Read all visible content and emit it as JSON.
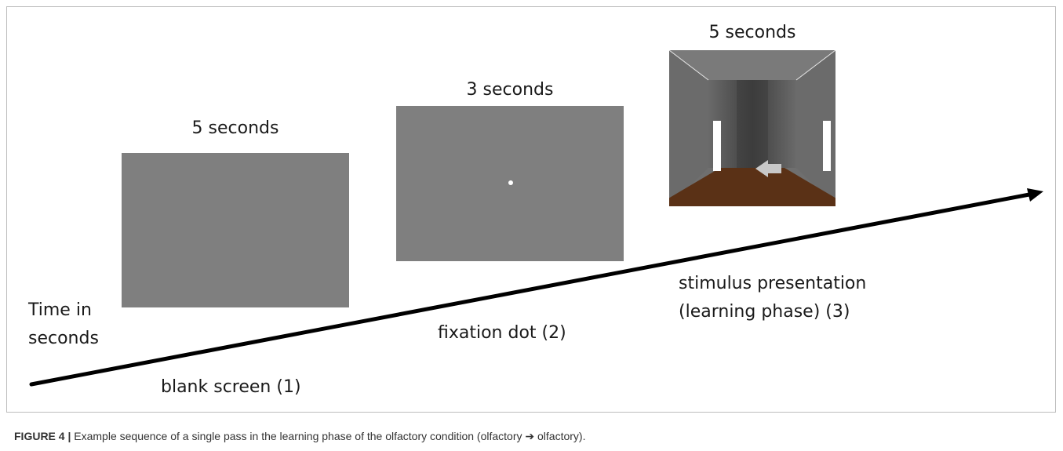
{
  "steps": [
    {
      "duration": "5 seconds",
      "label": "blank screen (1)"
    },
    {
      "duration": "3 seconds",
      "label": "fixation dot (2)"
    },
    {
      "duration": "5 seconds",
      "label_line1": "stimulus presentation",
      "label_line2": "(learning phase) (3)"
    }
  ],
  "axis": {
    "line1": "Time in",
    "line2": "seconds"
  },
  "caption": {
    "figure": "FIGURE 4 |",
    "text": "Example sequence of a single pass in the learning phase of the olfactory condition (olfactory ➔ olfactory)."
  },
  "colors": {
    "screen_gray": "#7f7f7f",
    "corridor_wall": "#6f6f6f",
    "corridor_floor": "#5a3116",
    "arrow": "#000000"
  },
  "icons": {
    "direction_cue": "left-arrow-icon"
  }
}
